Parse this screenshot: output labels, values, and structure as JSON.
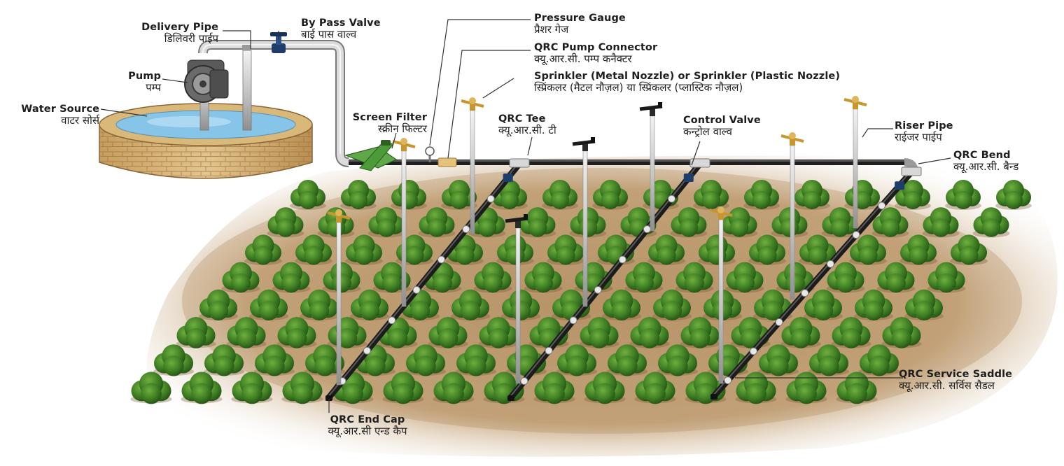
{
  "labels": {
    "delivery_pipe": {
      "en": "Delivery Pipe",
      "hi": "डिलिवरी पाईप"
    },
    "by_pass_valve": {
      "en": "By Pass Valve",
      "hi": "बाई पास वाल्व"
    },
    "pump": {
      "en": "Pump",
      "hi": "पम्प"
    },
    "water_source": {
      "en": "Water Source",
      "hi": "वाटर सोर्स"
    },
    "pressure_gauge": {
      "en": "Pressure Gauge",
      "hi": "प्रैशर गेज"
    },
    "qrc_pump_connector": {
      "en": "QRC Pump Connector",
      "hi": "क्यू.आर.सी. पम्प कनैक्टर"
    },
    "sprinkler": {
      "en": "Sprinkler (Metal Nozzle) or Sprinkler (Plastic Nozzle)",
      "hi": "स्प्रिंकलर (मैटल नौज़ल) या स्प्रिंकलर (प्लास्टिक नौज़ल)"
    },
    "screen_filter": {
      "en": "Screen Filter",
      "hi": "स्क्रीन फिल्टर"
    },
    "qrc_tee": {
      "en": "QRC Tee",
      "hi": "क्यू.आर.सी. टी"
    },
    "control_valve": {
      "en": "Control Valve",
      "hi": "कन्ट्रोल वाल्व"
    },
    "riser_pipe": {
      "en": "Riser Pipe",
      "hi": "राईजर पाईप"
    },
    "qrc_bend": {
      "en": "QRC Bend",
      "hi": "क्यू.आर.सी. बैन्ड"
    },
    "qrc_service_saddle": {
      "en": "QRC Service Saddle",
      "hi": "क्यू.आर.सी. सर्विस सैडल"
    },
    "qrc_end_cap": {
      "en": "QRC End Cap",
      "hi": "क्यू.आर.सी एन्ड कैप"
    }
  },
  "colors": {
    "field": "#c2a278",
    "pipe": "#2b2b2b",
    "riser": "#c9c9c9",
    "bush": "#3f7f24",
    "well_brick": "#d8b67a",
    "water": "#8ec9ea",
    "filter": "#5fa84a",
    "brass": "#d4a74a"
  }
}
